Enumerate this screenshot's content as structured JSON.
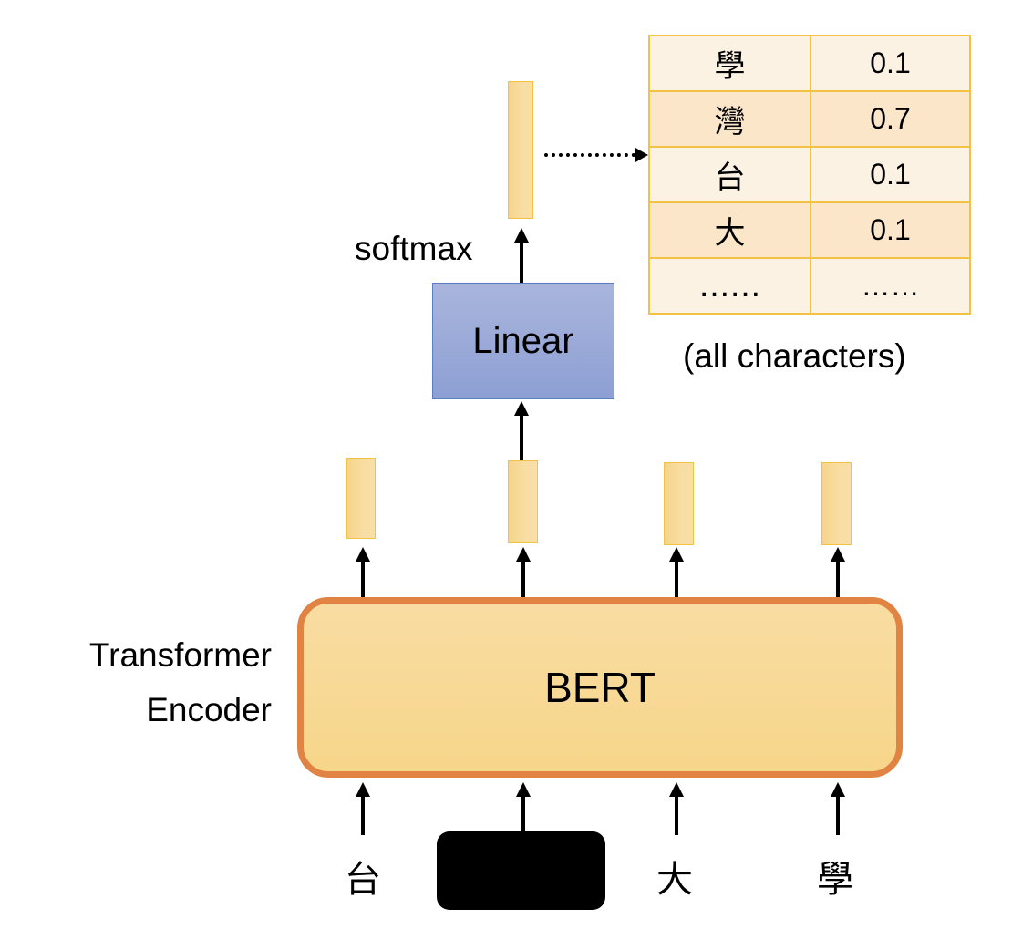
{
  "diagram": {
    "title": "BERT masked character prediction",
    "encoder_label_line1": "Transformer",
    "encoder_label_line2": "Encoder",
    "bert_label": "BERT",
    "linear_label": "Linear",
    "softmax_label": "softmax",
    "inputs": [
      "台",
      "[MASK]",
      "大",
      "學"
    ],
    "input_mask_index": 1,
    "output_table": {
      "rows": [
        {
          "char": "學",
          "prob": "0.1"
        },
        {
          "char": "灣",
          "prob": "0.7"
        },
        {
          "char": "台",
          "prob": "0.1"
        },
        {
          "char": "大",
          "prob": "0.1"
        },
        {
          "char": "……",
          "prob": "……"
        }
      ],
      "caption": "(all characters)"
    },
    "colors": {
      "bert_border": "#e08343",
      "bert_fill": "#f8dca2",
      "linear_fill": "#9aaad8",
      "linear_border": "#5b7cc6",
      "vector_fill": "#f7d896",
      "vector_border": "#f3c243",
      "table_border": "#f3c243"
    }
  }
}
